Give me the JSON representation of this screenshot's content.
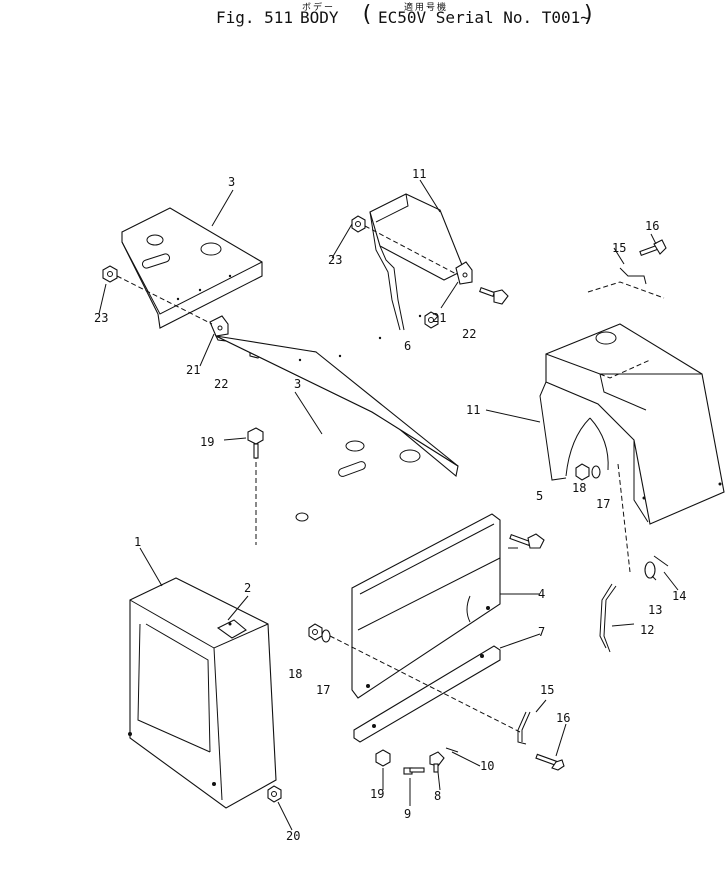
{
  "header": {
    "fig_label": "Fig. 511",
    "name": "BODY",
    "name_ruby": "ボデー",
    "serial_open": "(",
    "serial": "EC50V Serial No. T001~",
    "serial_close": ")",
    "serial_ruby": "適用号機"
  },
  "callouts": {
    "p1": "1",
    "p2": "2",
    "p3_top": "3",
    "p3_mid": "3",
    "p4": "4",
    "p5": "5",
    "p6": "6",
    "p7": "7",
    "p8": "8",
    "p9": "9",
    "p10": "10",
    "p11_top": "11",
    "p11_right": "11",
    "p12": "12",
    "p13": "13",
    "p14": "14",
    "p15_top": "15",
    "p15_bottom": "15",
    "p16_top": "16",
    "p16_bottom": "16",
    "p17_right": "17",
    "p17_mid": "17",
    "p18_right": "18",
    "p18_mid": "18",
    "p19_top": "19",
    "p19_bottom": "19",
    "p20": "20",
    "p21_left": "21",
    "p21_right": "21",
    "p22_left": "22",
    "p22_right": "22",
    "p23_left": "23",
    "p23_right": "23"
  }
}
